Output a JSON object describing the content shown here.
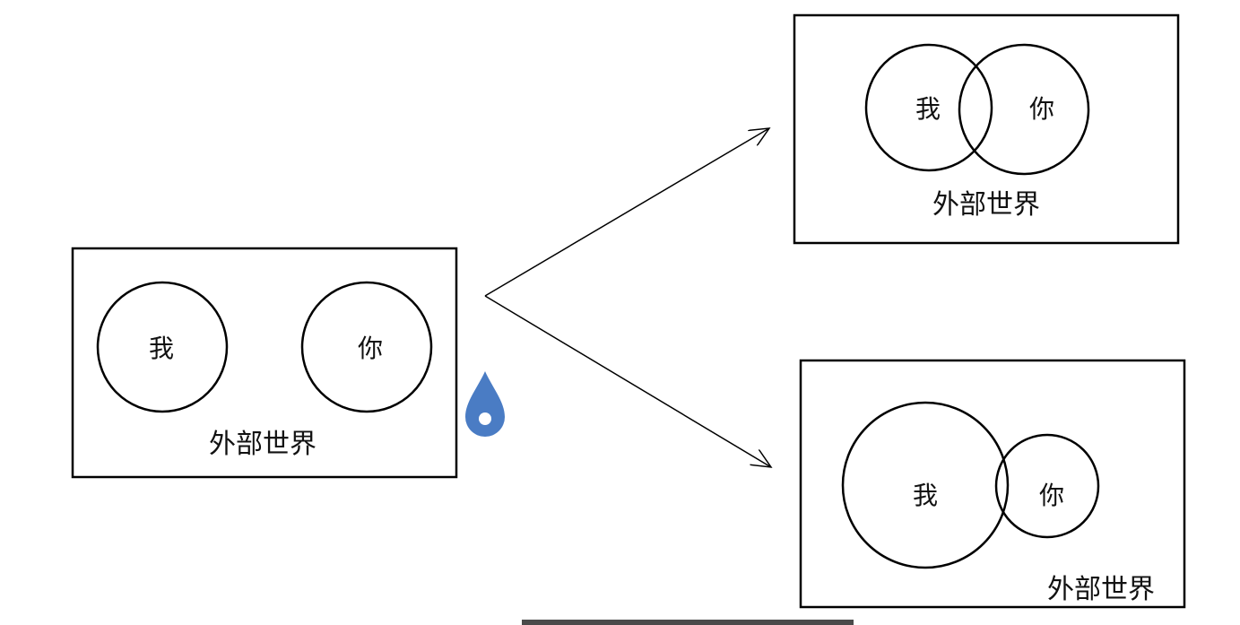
{
  "diagram": {
    "initial": {
      "me": "我",
      "you": "你",
      "world": "外部世界"
    },
    "overlap": {
      "me": "我",
      "you": "你",
      "world": "外部世界"
    },
    "dominant": {
      "me": "我",
      "you": "你",
      "world": "外部世界"
    }
  },
  "icons": {
    "drop": "water-drop-icon"
  },
  "colors": {
    "drop": "#4a7cc4",
    "stroke": "#000000",
    "scrollbar": "#4a4a4a"
  }
}
